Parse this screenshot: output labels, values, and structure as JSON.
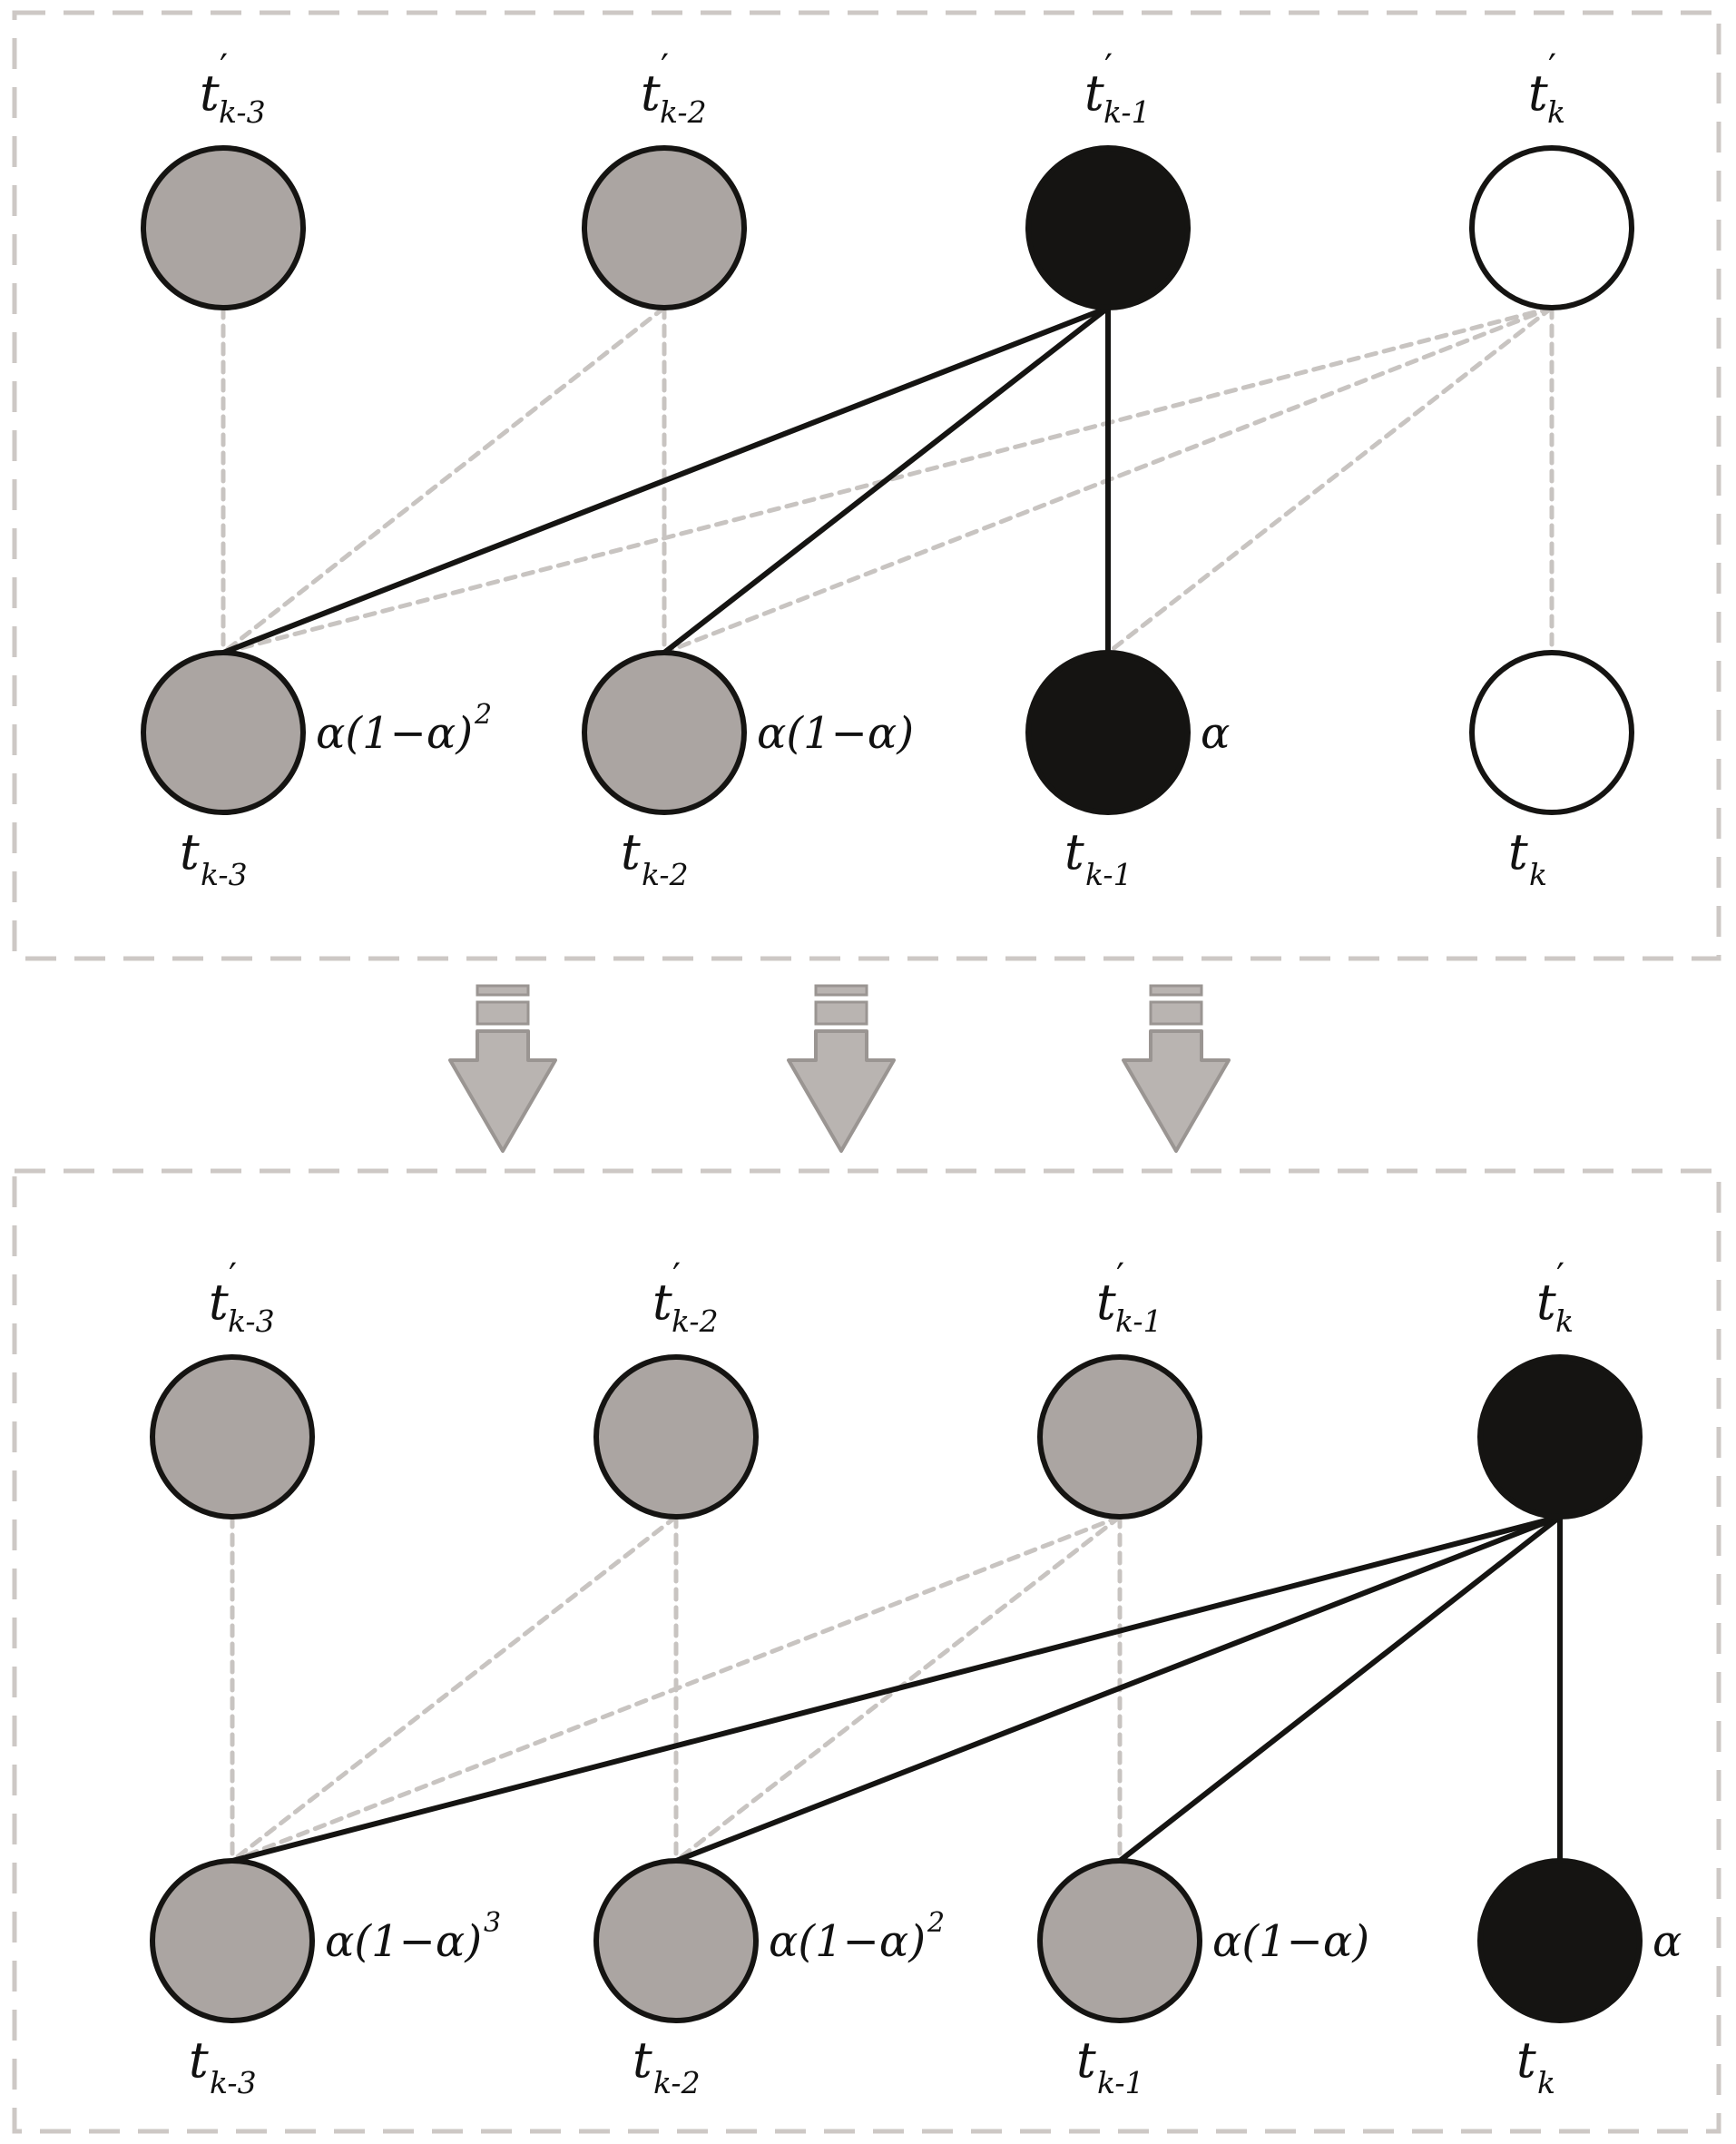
{
  "panels": [
    {
      "id": "before",
      "top_nodes": [
        {
          "base": "t",
          "sub": "k-3",
          "prime": "′",
          "state": "past"
        },
        {
          "base": "t",
          "sub": "k-2",
          "prime": "′",
          "state": "past"
        },
        {
          "base": "t",
          "sub": "k-1",
          "prime": "′",
          "state": "current"
        },
        {
          "base": "t",
          "sub": "k",
          "prime": "′",
          "state": "future"
        }
      ],
      "bottom_nodes": [
        {
          "base": "t",
          "sub": "k-3",
          "state": "past",
          "weight": {
            "text": "α(1−α)",
            "sup": "2"
          }
        },
        {
          "base": "t",
          "sub": "k-2",
          "state": "past",
          "weight": {
            "text": "α(1−α)",
            "sup": ""
          }
        },
        {
          "base": "t",
          "sub": "k-1",
          "state": "current",
          "weight": {
            "text": "α",
            "sup": ""
          }
        },
        {
          "base": "t",
          "sub": "k",
          "state": "future",
          "weight": {
            "text": "",
            "sup": ""
          }
        }
      ],
      "solid_edges": [
        [
          2,
          0
        ],
        [
          2,
          1
        ],
        [
          2,
          2
        ]
      ],
      "dashed_edges": [
        [
          0,
          0
        ],
        [
          1,
          0
        ],
        [
          1,
          1
        ],
        [
          3,
          0
        ],
        [
          3,
          1
        ],
        [
          3,
          2
        ],
        [
          3,
          3
        ]
      ]
    },
    {
      "id": "after",
      "top_nodes": [
        {
          "base": "t",
          "sub": "k-3",
          "prime": "′",
          "state": "past"
        },
        {
          "base": "t",
          "sub": "k-2",
          "prime": "′",
          "state": "past"
        },
        {
          "base": "t",
          "sub": "k-1",
          "prime": "′",
          "state": "past"
        },
        {
          "base": "t",
          "sub": "k",
          "prime": "′",
          "state": "current"
        }
      ],
      "bottom_nodes": [
        {
          "base": "t",
          "sub": "k-3",
          "state": "past",
          "weight": {
            "text": "α(1−α)",
            "sup": "3"
          }
        },
        {
          "base": "t",
          "sub": "k-2",
          "state": "past",
          "weight": {
            "text": "α(1−α)",
            "sup": "2"
          }
        },
        {
          "base": "t",
          "sub": "k-1",
          "state": "past",
          "weight": {
            "text": "α(1−α)",
            "sup": ""
          }
        },
        {
          "base": "t",
          "sub": "k",
          "state": "current",
          "weight": {
            "text": "α",
            "sup": ""
          }
        }
      ],
      "solid_edges": [
        [
          3,
          0
        ],
        [
          3,
          1
        ],
        [
          3,
          2
        ],
        [
          3,
          3
        ]
      ],
      "dashed_edges": [
        [
          0,
          0
        ],
        [
          1,
          0
        ],
        [
          1,
          1
        ],
        [
          2,
          0
        ],
        [
          2,
          1
        ],
        [
          2,
          2
        ]
      ]
    }
  ],
  "arrow_count": 3,
  "colors": {
    "past_fill": "#aba5a2",
    "current_fill": "#151412",
    "future_fill": "#ffffff",
    "node_stroke": "#151412",
    "solid_edge": "#151412",
    "dashed_edge": "#c8c4c1",
    "panel_border": "#cdc8c5",
    "arrow_fill": "#b9b4b1",
    "arrow_stroke": "#9a9592"
  }
}
